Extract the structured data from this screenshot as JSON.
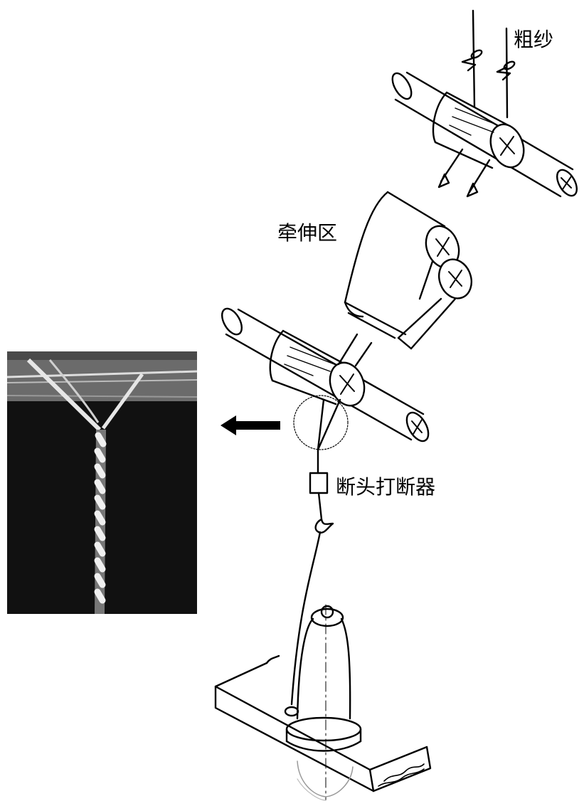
{
  "labels": {
    "roving": "粗纱",
    "drafting_zone": "牵伸区",
    "yarn_breaker": "断头打断器"
  },
  "colors": {
    "line": "#000000",
    "background": "#ffffff",
    "photo_dark": "#111111",
    "photo_mid": "#6b6b6b",
    "yarn_light": "#e6e6e6"
  },
  "icons": {
    "arrow": "left-arrow-icon",
    "detail": "magnify-circle-icon"
  }
}
